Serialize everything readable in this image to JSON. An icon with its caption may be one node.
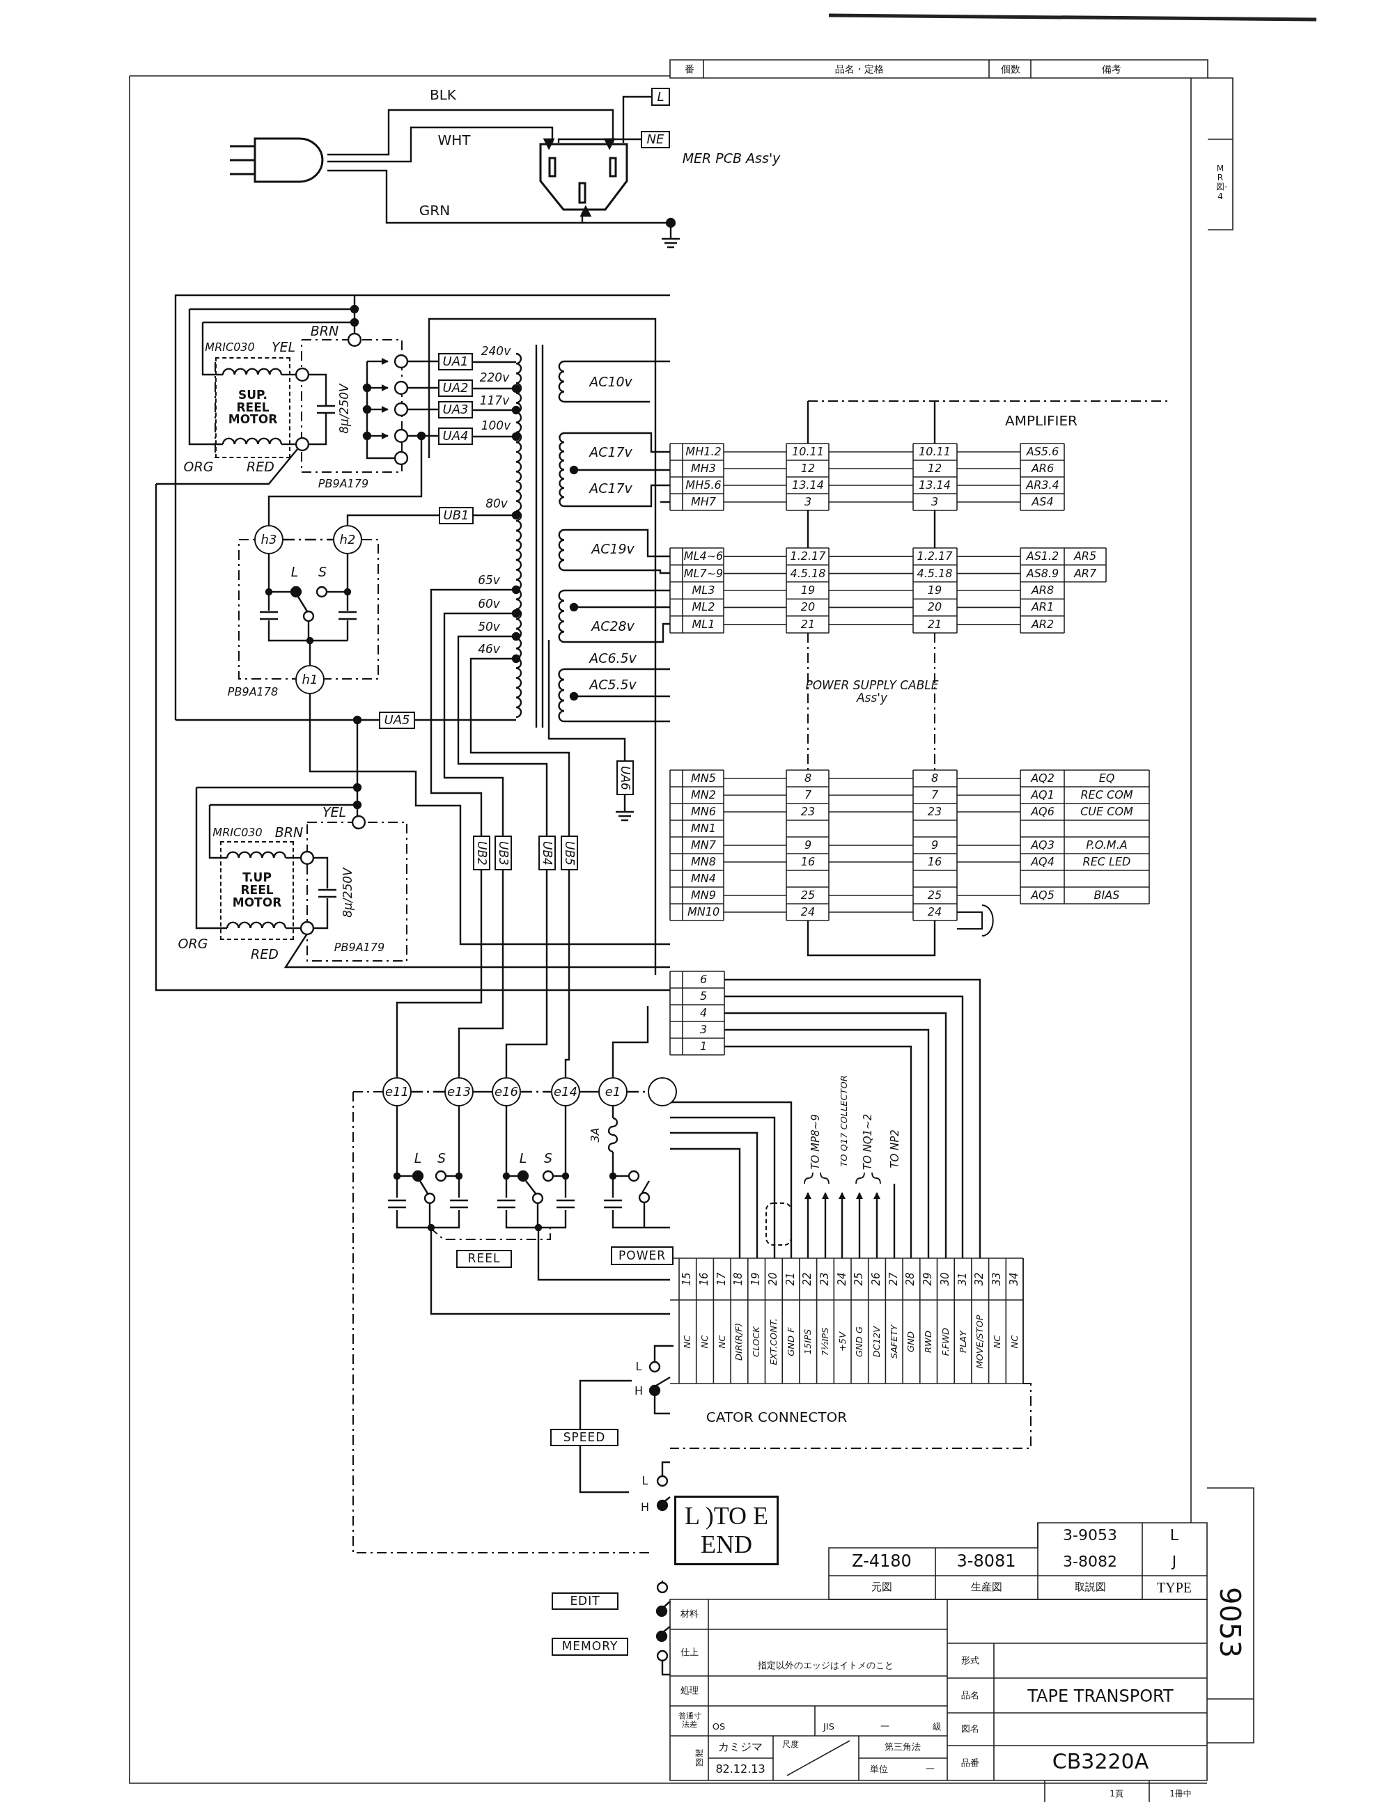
{
  "diagram": {
    "nodes": [
      {
        "text": [],
        "shape": "picture"
      },
      {
        "text": [],
        "shape": "picture"
      },
      {
        "text": [
          "L"
        ]
      },
      {
        "text": [
          "NE"
        ]
      },
      {
        "text": [
          "SUP. REEL MOTOR"
        ]
      },
      {
        "text": [
          "UA1"
        ]
      },
      {
        "text": [
          "UA2"
        ]
      },
      {
        "text": [
          "UA3"
        ]
      },
      {
        "text": [
          "UA4"
        ]
      },
      {
        "text": [
          "UB1"
        ]
      },
      {
        "text": [
          "h3"
        ]
      },
      {
        "text": [
          "h2"
        ]
      },
      {
        "text": [
          "h1"
        ]
      },
      {
        "text": [
          "UA5"
        ]
      },
      {
        "text": [
          "UA6"
        ]
      },
      {
        "text": [
          "T.UP REEL MOTOR"
        ]
      },
      {
        "text": [
          "UB2"
        ]
      },
      {
        "text": [
          "UB3"
        ]
      },
      {
        "text": [
          "UB4"
        ]
      },
      {
        "text": [
          "UB5"
        ]
      },
      {
        "text": [
          "e11"
        ]
      },
      {
        "text": [
          "e13"
        ]
      },
      {
        "text": [
          "e16"
        ]
      },
      {
        "text": [
          "e14"
        ]
      },
      {
        "text": [
          "e1"
        ]
      },
      {
        "text": [],
        "shape": "circle"
      },
      {
        "text": [
          "REEL"
        ]
      },
      {
        "text": [
          "POWER"
        ]
      },
      {
        "text": [
          "SPEED"
        ]
      },
      {
        "text": [
          "L )TO E END"
        ]
      },
      {
        "text": [
          "EDIT"
        ]
      },
      {
        "text": [
          "MEMORY"
        ]
      }
    ],
    "edges": [
      {
        "from": 0,
        "to": 1,
        "arrow": "to",
        "label": "BLK"
      },
      {
        "from": 0,
        "to": 1,
        "arrow": "to",
        "label": "WHT"
      },
      {
        "from": 0,
        "to": 1,
        "arrow": "to",
        "label": "GRN"
      },
      {
        "from": 10,
        "to": 11,
        "arrow": "none",
        "style": "dashed"
      },
      {
        "from": 11,
        "to": 9,
        "arrow": "none"
      },
      {
        "from": 16,
        "to": 20,
        "arrow": "none"
      },
      {
        "from": 17,
        "to": 21,
        "arrow": "none"
      },
      {
        "from": 18,
        "to": 22,
        "arrow": "none"
      },
      {
        "from": 19,
        "to": 23,
        "arrow": "none"
      },
      {
        "from": 20,
        "to": 21,
        "arrow": "none",
        "style": "dashed"
      },
      {
        "from": 21,
        "to": 22,
        "arrow": "none"
      },
      {
        "from": 22,
        "to": 23,
        "arrow": "none",
        "style": "dashed"
      },
      {
        "from": 23,
        "to": 24,
        "arrow": "none"
      },
      {
        "from": 24,
        "to": 25,
        "arrow": "none",
        "style": "dashed"
      },
      {
        "from": 1,
        "to": 3,
        "arrow": "none"
      },
      {
        "from": 1,
        "to": 2,
        "arrow": "none"
      }
    ],
    "labels": [
      "MER PCB Ass'y",
      "番",
      "品名・定格",
      "個数",
      "備考",
      "MR図-4",
      "BRN",
      "MRIC030",
      "YEL",
      "ORG",
      "RED",
      "8μ/250V",
      "PB9A179",
      "240v",
      "220v",
      "117v",
      "100v",
      "AC10v",
      "AC17v",
      "AC17v",
      "80v",
      "L",
      "S",
      "65v",
      "60v",
      "50v",
      "46v",
      "AC19v",
      "AC28v",
      "AC6.5v",
      "AC5.5v",
      "PB9A178",
      "YEL",
      "MRIC030",
      "BRN",
      "8μ/250V",
      "ORG",
      "RED",
      "PB9A179",
      "AMPLIFIER",
      "MH1.2",
      "10.11",
      "10.11",
      "AS5.6",
      "MH3",
      "12",
      "12",
      "AR6",
      "MH5.6",
      "13.14",
      "13.14",
      "AR3.4",
      "MH7",
      "3",
      "3",
      "AS4",
      "ML4~6",
      "1.2.17",
      "1.2.17",
      "AS1.2",
      "AR5",
      "ML7~9",
      "4.5.18",
      "4.5.18",
      "AS8.9",
      "AR7",
      "ML3",
      "19",
      "19",
      "AR8",
      "ML2",
      "20",
      "20",
      "AR1",
      "ML1",
      "21",
      "21",
      "AR2",
      "POWER SUPPLY CABLE Ass'y",
      "MN5",
      "8",
      "8",
      "AQ2",
      "EQ",
      "MN2",
      "7",
      "7",
      "AQ1",
      "REC COM",
      "MN6",
      "23",
      "23",
      "AQ6",
      "CUE COM",
      "MN1",
      "MN7",
      "9",
      "9",
      "AQ3",
      "P.O.M.A",
      "MN8",
      "16",
      "16",
      "AQ4",
      "REC LED",
      "MN4",
      "MN9",
      "25",
      "25",
      "AQ5",
      "BIAS",
      "MN10",
      "24",
      "24",
      "6",
      "5",
      "4",
      "3",
      "1",
      "L",
      "S",
      "L",
      "S",
      "3A",
      "TO MP8~9",
      "TO Q17 COLLECTOR",
      "TO NQ1~2",
      "TO NP2",
      "15",
      "16",
      "17",
      "18",
      "19",
      "20",
      "21",
      "22",
      "23",
      "24",
      "25",
      "26",
      "27",
      "28",
      "29",
      "30",
      "31",
      "32",
      "33",
      "34",
      "NC",
      "NC",
      "NC",
      "DIR(R/F)",
      "CLOCK",
      "EXT.CONT.",
      "GND F",
      "15IPS",
      "7½IPS",
      "+5V",
      "GND G",
      "DC12V",
      "SAFETY",
      "GND",
      "RWD",
      "F.FWD",
      "PLAY",
      "MOVE/STOP",
      "NC",
      "NC",
      "CATOR CONNECTOR",
      "L",
      "H",
      "L",
      "H",
      "3-9053",
      "L",
      "Z-4180",
      "3-8081",
      "3-8082",
      "J",
      "元図",
      "生産図",
      "取説図",
      "TYPE",
      "材料",
      "仕上",
      "指定以外のエッジはイトメのこと",
      "処理",
      "普通寸法差",
      "OS",
      "JIS",
      "一",
      "級",
      "製図",
      "カミジマ",
      "82.12.13",
      "尺度",
      "第三角法",
      "単位",
      "一",
      "形式",
      "品名",
      "TAPE TRANSPORT",
      "図名",
      "品番",
      "CB3220A",
      "9053",
      "1頁",
      "1冊中"
    ]
  }
}
